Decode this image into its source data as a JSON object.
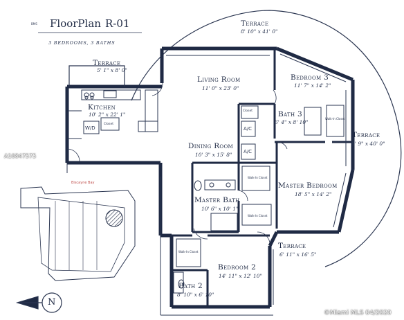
{
  "header": {
    "prefix": "BMS",
    "title": "FloorPlan",
    "unit": "R-01",
    "subtitle": "3 BEDROOMS, 3 BATHS"
  },
  "rooms": {
    "terrace_top": {
      "name": "Terrace",
      "dim": "8' 10\" x 41' 0\""
    },
    "terrace_kitchen": {
      "name": "Terrace",
      "dim": "5' 1\" x 8' 0\""
    },
    "kitchen": {
      "name": "Kitchen",
      "dim": "10' 2\" x 22' 1\""
    },
    "living": {
      "name": "Living Room",
      "dim": "11' 0\" x 23' 0\""
    },
    "bedroom3": {
      "name": "Bedroom 3",
      "dim": "11' 7\" x 14' 2\""
    },
    "bath3": {
      "name": "Bath 3",
      "dim": "6' 4\" x 8' 10\""
    },
    "terrace_right": {
      "name": "Terrace",
      "dim": "8' 9\" x 40' 0\""
    },
    "dining": {
      "name": "Dining Room",
      "dim": "10' 3\" x 15' 8\""
    },
    "master_bedroom": {
      "name": "Master Bedroom",
      "dim": "18' 5\" x 14' 2\""
    },
    "master_bath": {
      "name": "Master Bath",
      "dim": "10' 6\" x 10' 1\""
    },
    "terrace_bottom": {
      "name": "Terrace",
      "dim": "6' 11\" x 16' 5\""
    },
    "bedroom2": {
      "name": "Bedroom 2",
      "dim": "14' 11\" x 12' 10\""
    },
    "bath2": {
      "name": "Bath 2",
      "dim": "8' 10\" x 6' 10\""
    }
  },
  "fixtures": {
    "wd": "W/D",
    "closet": "Closet",
    "ac": "A/C",
    "walk_in_closet": "Walk-In Closet"
  },
  "site_map": {
    "label": "Biscayne Bay"
  },
  "compass": {
    "letter": "N"
  },
  "watermarks": {
    "listing_id": "A10847575",
    "copyright": "©Miami MLS 04/2020"
  },
  "colors": {
    "ink": "#2a3550",
    "bay_label": "#c0504d",
    "site_hatch": "#1f2a44"
  }
}
